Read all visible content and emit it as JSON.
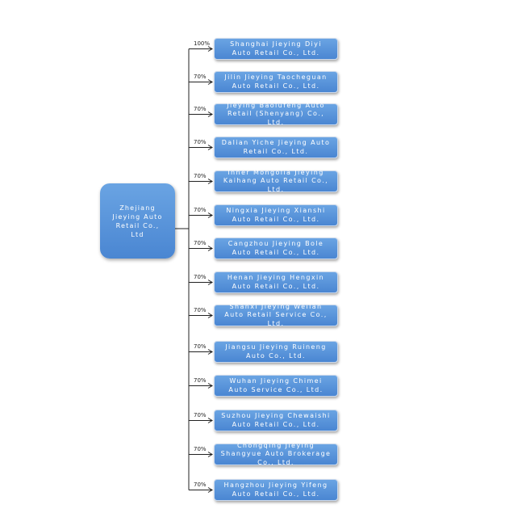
{
  "parent": {
    "name": "Zhejiang Jieying Auto Retail Co., Ltd"
  },
  "subsidiaries": [
    {
      "name": "Shanghai Jieying Diyi Auto Retail Co., Ltd.",
      "share": "100%"
    },
    {
      "name": "Jilin Jieying Taocheguan Auto Retail Co., Ltd.",
      "share": "70%"
    },
    {
      "name": "Jieying Baolufeng Auto Retail (Shenyang) Co., Ltd.",
      "share": "70%"
    },
    {
      "name": "Dalian Yiche Jieying Auto Retail Co., Ltd.",
      "share": "70%"
    },
    {
      "name": "Inner Mongolia Jieying Kaihang Auto Retail Co., Ltd.",
      "share": "70%"
    },
    {
      "name": "Ningxia Jieying Xianshi Auto Retail Co., Ltd.",
      "share": "70%"
    },
    {
      "name": "Cangzhou Jieying Bole Auto Retail Co., Ltd.",
      "share": "70%"
    },
    {
      "name": "Henan Jieying Hengxin Auto Retail Co., Ltd.",
      "share": "70%"
    },
    {
      "name": "Shanxi Jieying Weilan Auto Retail Service Co., Ltd.",
      "share": "70%"
    },
    {
      "name": "Jiangsu Jieying Ruineng Auto Co., Ltd.",
      "share": "70%"
    },
    {
      "name": "Wuhan Jieying Chimei Auto Service Co., Ltd.",
      "share": "70%"
    },
    {
      "name": "Suzhou Jieying Chewaishi Auto Retail Co., Ltd.",
      "share": "70%"
    },
    {
      "name": "Chongqing Jieying Shangyue Auto Brokerage Co., Ltd.",
      "share": "70%"
    },
    {
      "name": "Hangzhou Jieying Yifeng Auto Retail Co., Ltd.",
      "share": "70%"
    }
  ],
  "colors": {
    "box": "#5b95dc",
    "line": "#222222"
  }
}
